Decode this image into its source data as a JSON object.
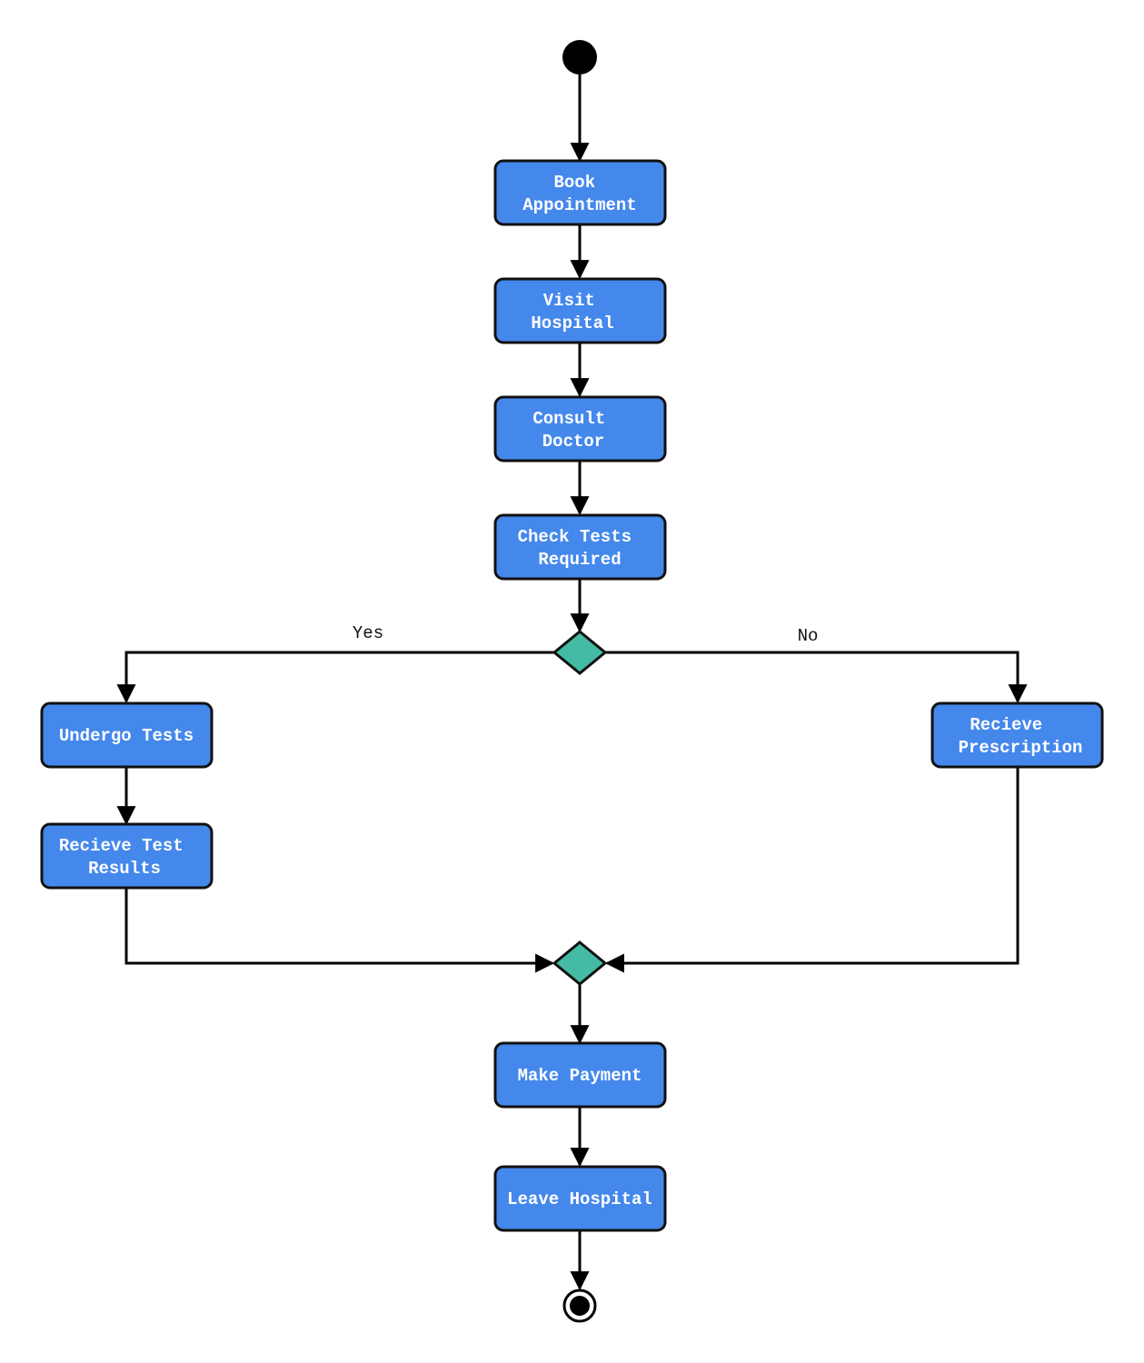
{
  "diagram": {
    "colors": {
      "action_fill": "#4588ec",
      "action_stroke": "#111111",
      "decision_fill": "#44bba4",
      "edge": "#000000",
      "text": "#ffffff"
    },
    "nodes": {
      "book_appointment": [
        "Book",
        "Appointment"
      ],
      "visit_hospital": [
        "Visit",
        "Hospital"
      ],
      "consult_doctor": [
        "Consult",
        "Doctor"
      ],
      "check_tests": [
        "Check Tests",
        "Required"
      ],
      "undergo_tests": [
        "Undergo Tests"
      ],
      "recieve_results": [
        "Recieve Test",
        "Results"
      ],
      "recieve_prescription": [
        "Recieve",
        "Prescription"
      ],
      "make_payment": [
        "Make Payment"
      ],
      "leave_hospital": [
        "Leave Hospital"
      ]
    },
    "edge_labels": {
      "yes": "Yes",
      "no": "No"
    }
  }
}
